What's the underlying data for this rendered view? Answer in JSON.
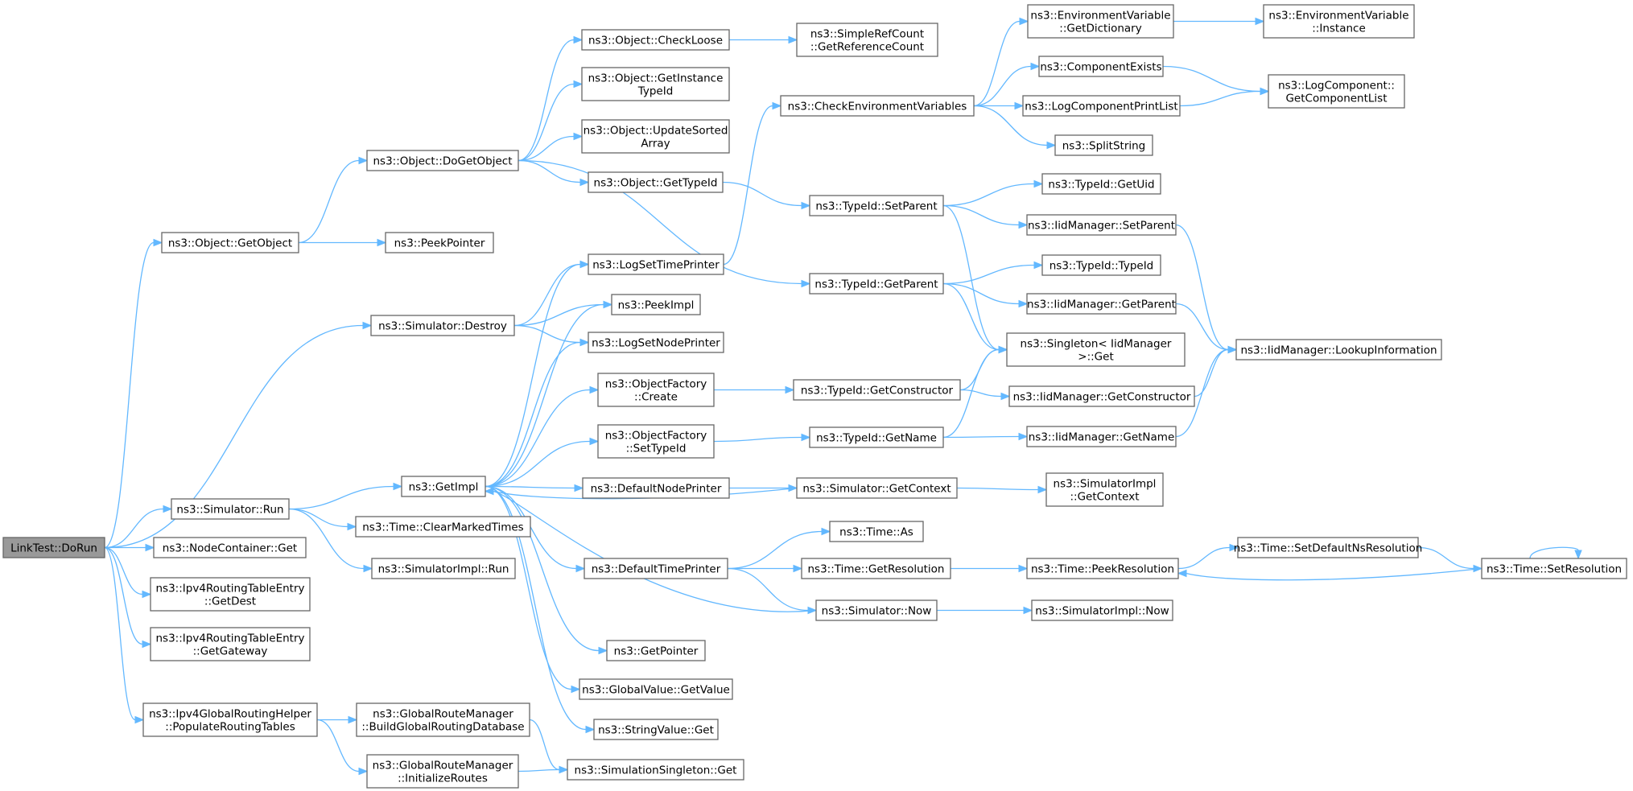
{
  "diagram": {
    "type": "call-graph",
    "colors": {
      "edge": "#63b8ff",
      "node_border": "#666666",
      "root_fill": "#999999",
      "node_fill": "#ffffff"
    },
    "nodes": [
      {
        "id": "n_root",
        "lines": [
          "LinkTest::DoRun"
        ],
        "root": true
      },
      {
        "id": "n_getobject",
        "lines": [
          "ns3::Object::GetObject"
        ]
      },
      {
        "id": "n_dogetobject",
        "lines": [
          "ns3::Object::DoGetObject"
        ]
      },
      {
        "id": "n_checkloose",
        "lines": [
          "ns3::Object::CheckLoose"
        ]
      },
      {
        "id": "n_getrefcount",
        "lines": [
          "ns3::SimpleRefCount",
          "::GetReferenceCount"
        ]
      },
      {
        "id": "n_getinstancetypeid",
        "lines": [
          "ns3::Object::GetInstance",
          "TypeId"
        ]
      },
      {
        "id": "n_updatesorted",
        "lines": [
          "ns3::Object::UpdateSorted",
          "Array"
        ]
      },
      {
        "id": "n_objgettypeid",
        "lines": [
          "ns3::Object::GetTypeId"
        ]
      },
      {
        "id": "n_peekpointer",
        "lines": [
          "ns3::PeekPointer"
        ]
      },
      {
        "id": "n_simdestroy",
        "lines": [
          "ns3::Simulator::Destroy"
        ]
      },
      {
        "id": "n_simrun",
        "lines": [
          "ns3::Simulator::Run"
        ]
      },
      {
        "id": "n_nodecontainerget",
        "lines": [
          "ns3::NodeContainer::Get"
        ]
      },
      {
        "id": "n_getdest",
        "lines": [
          "ns3::Ipv4RoutingTableEntry",
          "::GetDest"
        ]
      },
      {
        "id": "n_getgateway",
        "lines": [
          "ns3::Ipv4RoutingTableEntry",
          "::GetGateway"
        ]
      },
      {
        "id": "n_populate",
        "lines": [
          "ns3::Ipv4GlobalRoutingHelper",
          "::PopulateRoutingTables"
        ]
      },
      {
        "id": "n_getimpl",
        "lines": [
          "ns3::GetImpl"
        ]
      },
      {
        "id": "n_clearmarked",
        "lines": [
          "ns3::Time::ClearMarkedTimes"
        ]
      },
      {
        "id": "n_simimplrun",
        "lines": [
          "ns3::SimulatorImpl::Run"
        ]
      },
      {
        "id": "n_buildglobal",
        "lines": [
          "ns3::GlobalRouteManager",
          "::BuildGlobalRoutingDatabase"
        ]
      },
      {
        "id": "n_initroutes",
        "lines": [
          "ns3::GlobalRouteManager",
          "::InitializeRoutes"
        ]
      },
      {
        "id": "n_simsingleton",
        "lines": [
          "ns3::SimulationSingleton::Get"
        ]
      },
      {
        "id": "n_logsettime",
        "lines": [
          "ns3::LogSetTimePrinter"
        ]
      },
      {
        "id": "n_peekimpl",
        "lines": [
          "ns3::PeekImpl"
        ]
      },
      {
        "id": "n_logsetnode",
        "lines": [
          "ns3::LogSetNodePrinter"
        ]
      },
      {
        "id": "n_ofcreate",
        "lines": [
          "ns3::ObjectFactory",
          "::Create"
        ]
      },
      {
        "id": "n_ofsettypeid",
        "lines": [
          "ns3::ObjectFactory",
          "::SetTypeId"
        ]
      },
      {
        "id": "n_defnodeprinter",
        "lines": [
          "ns3::DefaultNodePrinter"
        ]
      },
      {
        "id": "n_deftimeprinter",
        "lines": [
          "ns3::DefaultTimePrinter"
        ]
      },
      {
        "id": "n_getpointer",
        "lines": [
          "ns3::GetPointer"
        ]
      },
      {
        "id": "n_globalvalue",
        "lines": [
          "ns3::GlobalValue::GetValue"
        ]
      },
      {
        "id": "n_stringvalue",
        "lines": [
          "ns3::StringValue::Get"
        ]
      },
      {
        "id": "n_checkenv",
        "lines": [
          "ns3::CheckEnvironmentVariables"
        ]
      },
      {
        "id": "n_typeidsetparent",
        "lines": [
          "ns3::TypeId::SetParent"
        ]
      },
      {
        "id": "n_typeidgetparent",
        "lines": [
          "ns3::TypeId::GetParent"
        ]
      },
      {
        "id": "n_typeidgetctor",
        "lines": [
          "ns3::TypeId::GetConstructor"
        ]
      },
      {
        "id": "n_typeidgetname",
        "lines": [
          "ns3::TypeId::GetName"
        ]
      },
      {
        "id": "n_simgetcontext",
        "lines": [
          "ns3::Simulator::GetContext"
        ]
      },
      {
        "id": "n_timeas",
        "lines": [
          "ns3::Time::As"
        ]
      },
      {
        "id": "n_timegetres",
        "lines": [
          "ns3::Time::GetResolution"
        ]
      },
      {
        "id": "n_simnow",
        "lines": [
          "ns3::Simulator::Now"
        ]
      },
      {
        "id": "n_envgetdict",
        "lines": [
          "ns3::EnvironmentVariable",
          "::GetDictionary"
        ]
      },
      {
        "id": "n_compexists",
        "lines": [
          "ns3::ComponentExists"
        ]
      },
      {
        "id": "n_logcompprint",
        "lines": [
          "ns3::LogComponentPrintList"
        ]
      },
      {
        "id": "n_splitstring",
        "lines": [
          "ns3::SplitString"
        ]
      },
      {
        "id": "n_typeidgetuid",
        "lines": [
          "ns3::TypeId::GetUid"
        ]
      },
      {
        "id": "n_iidsetparent",
        "lines": [
          "ns3::IidManager::SetParent"
        ]
      },
      {
        "id": "n_typeidtypeid",
        "lines": [
          "ns3::TypeId::TypeId"
        ]
      },
      {
        "id": "n_iidgetparent",
        "lines": [
          "ns3::IidManager::GetParent"
        ]
      },
      {
        "id": "n_singletonget",
        "lines": [
          "ns3::Singleton< IidManager",
          " >::Get"
        ]
      },
      {
        "id": "n_iidgetctor",
        "lines": [
          "ns3::IidManager::GetConstructor"
        ]
      },
      {
        "id": "n_iidgetname",
        "lines": [
          "ns3::IidManager::GetName"
        ]
      },
      {
        "id": "n_simimplgetctx",
        "lines": [
          "ns3::SimulatorImpl",
          "::GetContext"
        ]
      },
      {
        "id": "n_timepeekres",
        "lines": [
          "ns3::Time::PeekResolution"
        ]
      },
      {
        "id": "n_simimplnow",
        "lines": [
          "ns3::SimulatorImpl::Now"
        ]
      },
      {
        "id": "n_envinstance",
        "lines": [
          "ns3::EnvironmentVariable",
          "::Instance"
        ]
      },
      {
        "id": "n_logcompgetlist",
        "lines": [
          "ns3::LogComponent::",
          "GetComponentList"
        ]
      },
      {
        "id": "n_iidlookup",
        "lines": [
          "ns3::IidManager::LookupInformation"
        ]
      },
      {
        "id": "n_timesetdefault",
        "lines": [
          "ns3::Time::SetDefaultNsResolution"
        ]
      },
      {
        "id": "n_timesetres",
        "lines": [
          "ns3::Time::SetResolution"
        ]
      }
    ],
    "edges": [
      [
        "n_root",
        "n_getobject"
      ],
      [
        "n_root",
        "n_simdestroy"
      ],
      [
        "n_root",
        "n_simrun"
      ],
      [
        "n_root",
        "n_nodecontainerget"
      ],
      [
        "n_root",
        "n_getdest"
      ],
      [
        "n_root",
        "n_getgateway"
      ],
      [
        "n_root",
        "n_populate"
      ],
      [
        "n_getobject",
        "n_dogetobject"
      ],
      [
        "n_getobject",
        "n_peekpointer"
      ],
      [
        "n_dogetobject",
        "n_checkloose"
      ],
      [
        "n_dogetobject",
        "n_getinstancetypeid"
      ],
      [
        "n_dogetobject",
        "n_updatesorted"
      ],
      [
        "n_dogetobject",
        "n_objgettypeid"
      ],
      [
        "n_dogetobject",
        "n_typeidgetparent"
      ],
      [
        "n_checkloose",
        "n_getrefcount"
      ],
      [
        "n_objgettypeid",
        "n_typeidsetparent"
      ],
      [
        "n_simdestroy",
        "n_logsettime"
      ],
      [
        "n_simdestroy",
        "n_peekimpl"
      ],
      [
        "n_simdestroy",
        "n_logsetnode"
      ],
      [
        "n_simrun",
        "n_getimpl"
      ],
      [
        "n_simrun",
        "n_clearmarked"
      ],
      [
        "n_simrun",
        "n_simimplrun"
      ],
      [
        "n_populate",
        "n_buildglobal"
      ],
      [
        "n_populate",
        "n_initroutes"
      ],
      [
        "n_buildglobal",
        "n_simsingleton"
      ],
      [
        "n_initroutes",
        "n_simsingleton"
      ],
      [
        "n_getimpl",
        "n_logsettime"
      ],
      [
        "n_getimpl",
        "n_peekimpl"
      ],
      [
        "n_getimpl",
        "n_logsetnode"
      ],
      [
        "n_getimpl",
        "n_ofcreate"
      ],
      [
        "n_getimpl",
        "n_ofsettypeid"
      ],
      [
        "n_getimpl",
        "n_defnodeprinter"
      ],
      [
        "n_getimpl",
        "n_deftimeprinter"
      ],
      [
        "n_getimpl",
        "n_getpointer"
      ],
      [
        "n_getimpl",
        "n_globalvalue"
      ],
      [
        "n_getimpl",
        "n_stringvalue"
      ],
      [
        "n_logsettime",
        "n_checkenv"
      ],
      [
        "n_ofcreate",
        "n_typeidgetctor"
      ],
      [
        "n_ofsettypeid",
        "n_typeidgetname"
      ],
      [
        "n_defnodeprinter",
        "n_simgetcontext"
      ],
      [
        "n_simgetcontext",
        "n_getimpl"
      ],
      [
        "n_deftimeprinter",
        "n_timeas"
      ],
      [
        "n_deftimeprinter",
        "n_timegetres"
      ],
      [
        "n_deftimeprinter",
        "n_simnow"
      ],
      [
        "n_simnow",
        "n_getimpl"
      ],
      [
        "n_checkenv",
        "n_envgetdict"
      ],
      [
        "n_checkenv",
        "n_compexists"
      ],
      [
        "n_checkenv",
        "n_logcompprint"
      ],
      [
        "n_checkenv",
        "n_splitstring"
      ],
      [
        "n_typeidsetparent",
        "n_typeidgetuid"
      ],
      [
        "n_typeidsetparent",
        "n_iidsetparent"
      ],
      [
        "n_typeidsetparent",
        "n_singletonget"
      ],
      [
        "n_typeidgetparent",
        "n_typeidtypeid"
      ],
      [
        "n_typeidgetparent",
        "n_iidgetparent"
      ],
      [
        "n_typeidgetparent",
        "n_singletonget"
      ],
      [
        "n_typeidgetctor",
        "n_singletonget"
      ],
      [
        "n_typeidgetctor",
        "n_iidgetctor"
      ],
      [
        "n_typeidgetname",
        "n_singletonget"
      ],
      [
        "n_typeidgetname",
        "n_iidgetname"
      ],
      [
        "n_simgetcontext",
        "n_simimplgetctx"
      ],
      [
        "n_timegetres",
        "n_timepeekres"
      ],
      [
        "n_simnow",
        "n_simimplnow"
      ],
      [
        "n_envgetdict",
        "n_envinstance"
      ],
      [
        "n_compexists",
        "n_logcompgetlist"
      ],
      [
        "n_logcompprint",
        "n_logcompgetlist"
      ],
      [
        "n_iidsetparent",
        "n_iidlookup"
      ],
      [
        "n_iidgetparent",
        "n_iidlookup"
      ],
      [
        "n_iidgetctor",
        "n_iidlookup"
      ],
      [
        "n_iidgetname",
        "n_iidlookup"
      ],
      [
        "n_timepeekres",
        "n_timesetdefault"
      ],
      [
        "n_timesetdefault",
        "n_timesetres"
      ],
      [
        "n_timesetres",
        "n_timepeekres"
      ],
      [
        "n_timesetres",
        "n_timesetres"
      ]
    ]
  }
}
